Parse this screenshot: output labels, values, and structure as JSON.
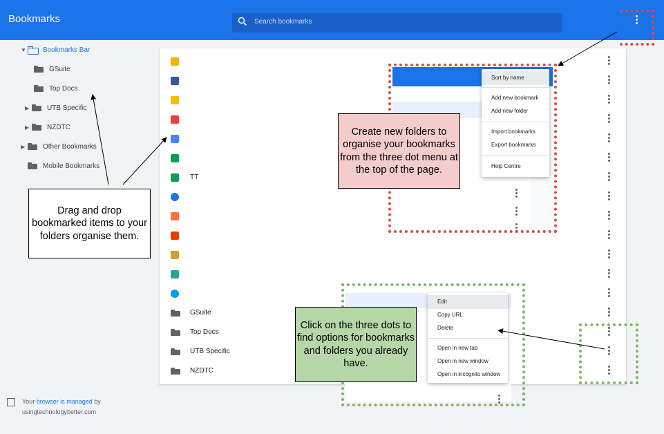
{
  "header": {
    "title": "Bookmarks",
    "search_placeholder": "Search bookmarks"
  },
  "sidebar": {
    "items": [
      {
        "label": "Bookmarks Bar"
      },
      {
        "label": "GSuite"
      },
      {
        "label": "Top Docs"
      },
      {
        "label": "UTB Specific"
      },
      {
        "label": "NZDTC"
      },
      {
        "label": "Other Bookmarks"
      },
      {
        "label": "Mobile Bookmarks"
      }
    ],
    "managed": {
      "prefix": "Your ",
      "link": "browser is managed",
      "suffix": " by",
      "domain": "usingtechnologybetter.com"
    }
  },
  "list": {
    "rows": [
      {
        "label": "",
        "icon": "drive-multicolor-icon"
      },
      {
        "label": "",
        "icon": "facebook-icon"
      },
      {
        "label": "",
        "icon": "keep-icon"
      },
      {
        "label": "",
        "icon": "gmail-icon"
      },
      {
        "label": "",
        "icon": "calendar-icon"
      },
      {
        "label": "",
        "icon": "drive-icon"
      },
      {
        "label": "TT",
        "icon": "drive-icon"
      },
      {
        "label": "",
        "icon": "blue-circle-icon"
      },
      {
        "label": "",
        "icon": "jamboard-icon"
      },
      {
        "label": "",
        "icon": "office-icon"
      },
      {
        "label": "",
        "icon": "pencil-icon"
      },
      {
        "label": "",
        "icon": "r-icon"
      },
      {
        "label": "",
        "icon": "blue-round-icon"
      },
      {
        "label": "GSuite",
        "icon": "folder-icon"
      },
      {
        "label": "Top Docs",
        "icon": "folder-icon"
      },
      {
        "label": "UTB Specific",
        "icon": "folder-icon"
      },
      {
        "label": "NZDTC",
        "icon": "folder-icon"
      }
    ]
  },
  "organize_menu": {
    "items": [
      "Sort by name",
      "Add new bookmark",
      "Add new folder",
      "Import bookmarks",
      "Export bookmarks",
      "Help Centre"
    ]
  },
  "item_menu": {
    "items": [
      "Edit",
      "Copy URL",
      "Delete",
      "Open in new tab",
      "Open in new window",
      "Open in incognito window"
    ]
  },
  "callouts": {
    "drag": "Drag and drop bookmarked items to your folders organise them.",
    "folders": "Create new folders to organise your bookmarks from the three dot menu at the top of the page.",
    "dots": "Click on the three dots to find options for bookmarks and folders you already have."
  },
  "colors": {
    "header": "#1a73e8",
    "red_dots": "#d94b45",
    "green_dots": "#7bb661",
    "callout_red": "#f4cccc",
    "callout_green": "#b6d7a8"
  }
}
